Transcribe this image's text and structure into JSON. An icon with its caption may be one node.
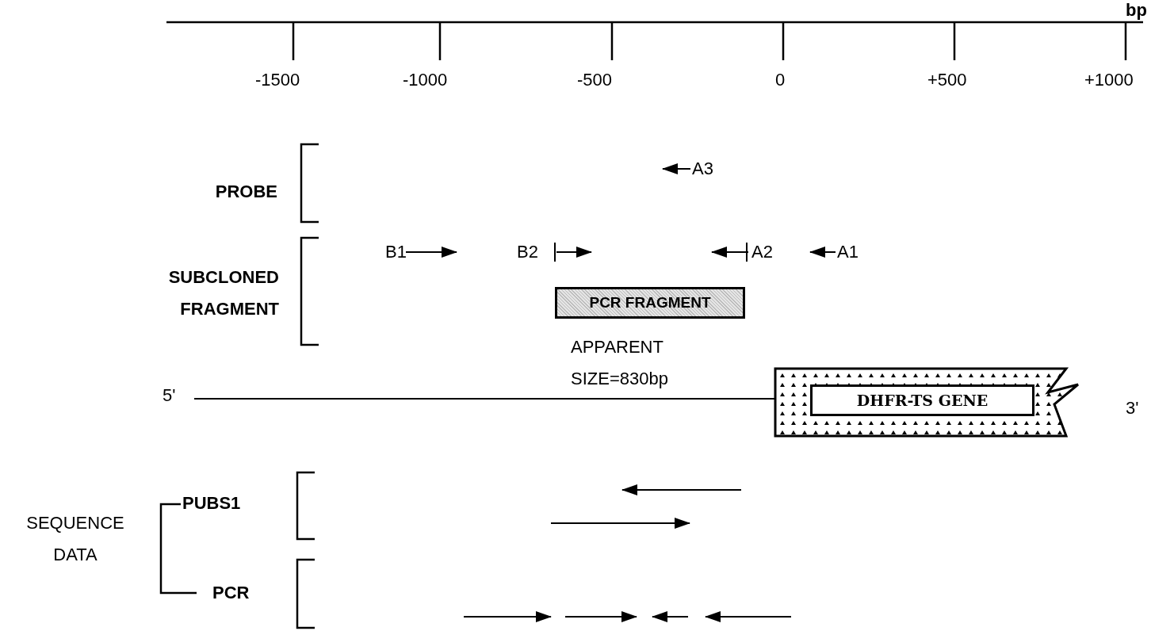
{
  "diagram": {
    "nodes": [
      {
        "text": [
          "PCR FRAGMENT"
        ]
      },
      {
        "text": [
          "DHFR-TS GENE"
        ]
      },
      {
        "text": [
          "B1"
        ]
      },
      {
        "text": [
          "B2"
        ]
      },
      {
        "text": [
          "A2"
        ]
      },
      {
        "text": [
          "A1"
        ]
      },
      {
        "text": [
          "A3"
        ]
      }
    ],
    "edges": [
      {
        "from": 2,
        "to": null,
        "arrow": "to"
      },
      {
        "from": 3,
        "to": null,
        "arrow": "to"
      },
      {
        "from": 4,
        "to": null,
        "arrow": "to"
      },
      {
        "from": 5,
        "to": null,
        "arrow": "to"
      },
      {
        "from": 6,
        "to": null,
        "arrow": "to"
      }
    ],
    "labels": [
      "bp",
      "-1500",
      "-1000",
      "-500",
      "0",
      "+500",
      "+1000",
      "PROBE",
      "SUBCLONED FRAGMENT",
      "APPARENT SIZE=830bp",
      "5'",
      "3'",
      "SEQUENCE DATA",
      "PUBS1",
      "PCR"
    ]
  }
}
